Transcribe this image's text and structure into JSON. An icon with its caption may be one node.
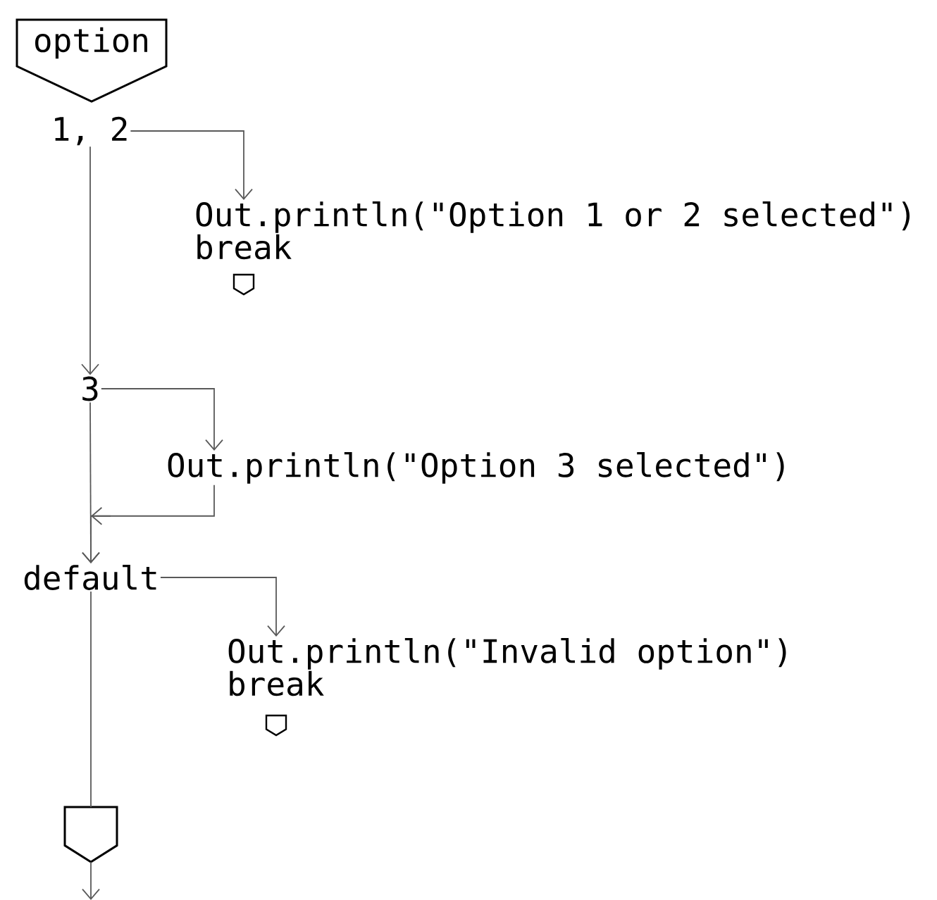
{
  "diagram": {
    "nodes": [
      {
        "text": [
          "option"
        ]
      },
      {
        "text": [
          "1, 2"
        ]
      },
      {
        "text": [
          "Out.println(\"Option 1 or 2 selected\")",
          "break"
        ]
      },
      {
        "text": [],
        "shape": "pentagon"
      },
      {
        "text": [
          "3"
        ]
      },
      {
        "text": [
          "Out.println(\"Option 3 selected\")"
        ]
      },
      {
        "text": [
          "default"
        ]
      },
      {
        "text": [
          "Out.println(\"Invalid option\")",
          "break"
        ]
      },
      {
        "text": [],
        "shape": "pentagon"
      },
      {
        "text": [],
        "shape": "pentagon"
      }
    ],
    "edges": [
      {
        "from": 1,
        "to": 2,
        "arrow": "to"
      },
      {
        "from": 1,
        "to": 4,
        "arrow": "to"
      },
      {
        "from": 4,
        "to": 5,
        "arrow": "to"
      },
      {
        "from": 4,
        "to": 6,
        "arrow": "to"
      },
      {
        "from": 5,
        "to": 6,
        "arrow": "to"
      },
      {
        "from": 6,
        "to": 7,
        "arrow": "to"
      },
      {
        "from": 6,
        "to": 9,
        "arrow": "none"
      },
      {
        "from": 9,
        "to": null,
        "arrow": "to"
      }
    ]
  }
}
